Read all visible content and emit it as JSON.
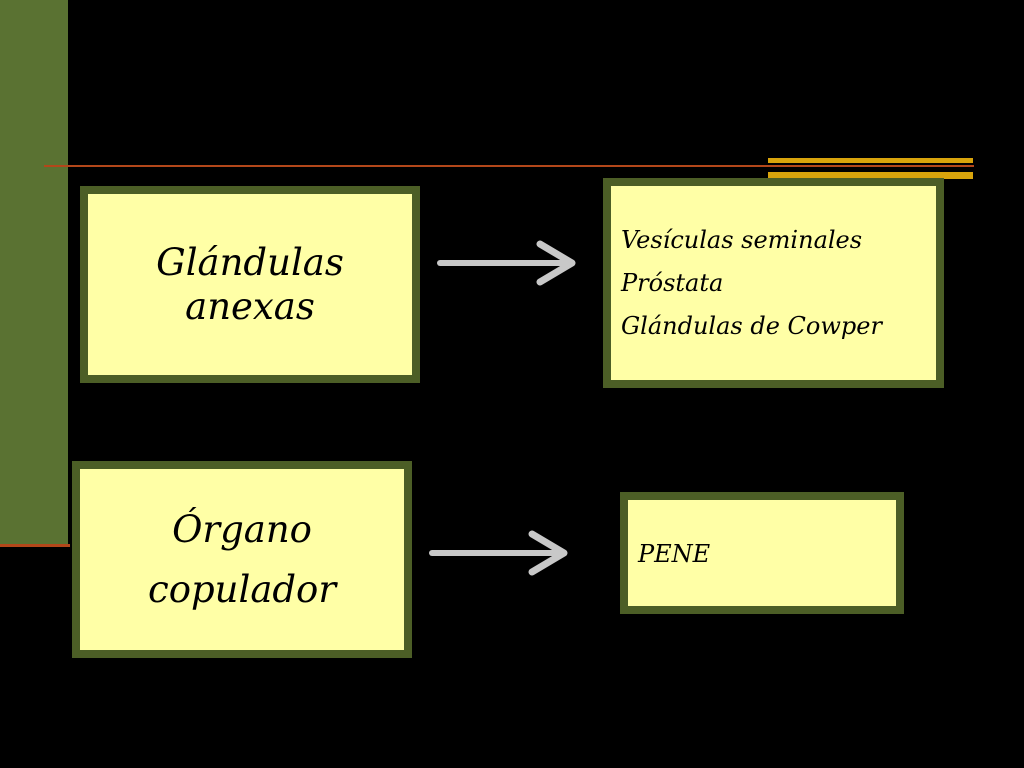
{
  "diagram": {
    "rows": [
      {
        "left_box": {
          "lines": [
            "Glándulas",
            "anexas"
          ]
        },
        "right_box": {
          "items": [
            "Vesículas seminales",
            "Próstata",
            "Glándulas de Cowper"
          ]
        }
      },
      {
        "left_box": {
          "lines": [
            "Órgano",
            "copulador"
          ]
        },
        "right_box": {
          "items": [
            "PENE"
          ]
        }
      }
    ]
  },
  "colors": {
    "background": "#000000",
    "box_fill": "#ffffa6",
    "box_border": "#4c5e26",
    "sidebar": "#5a7232",
    "rule": "#b3471a",
    "accent": "#d9a40c",
    "arrow": "#c8c8c8"
  }
}
